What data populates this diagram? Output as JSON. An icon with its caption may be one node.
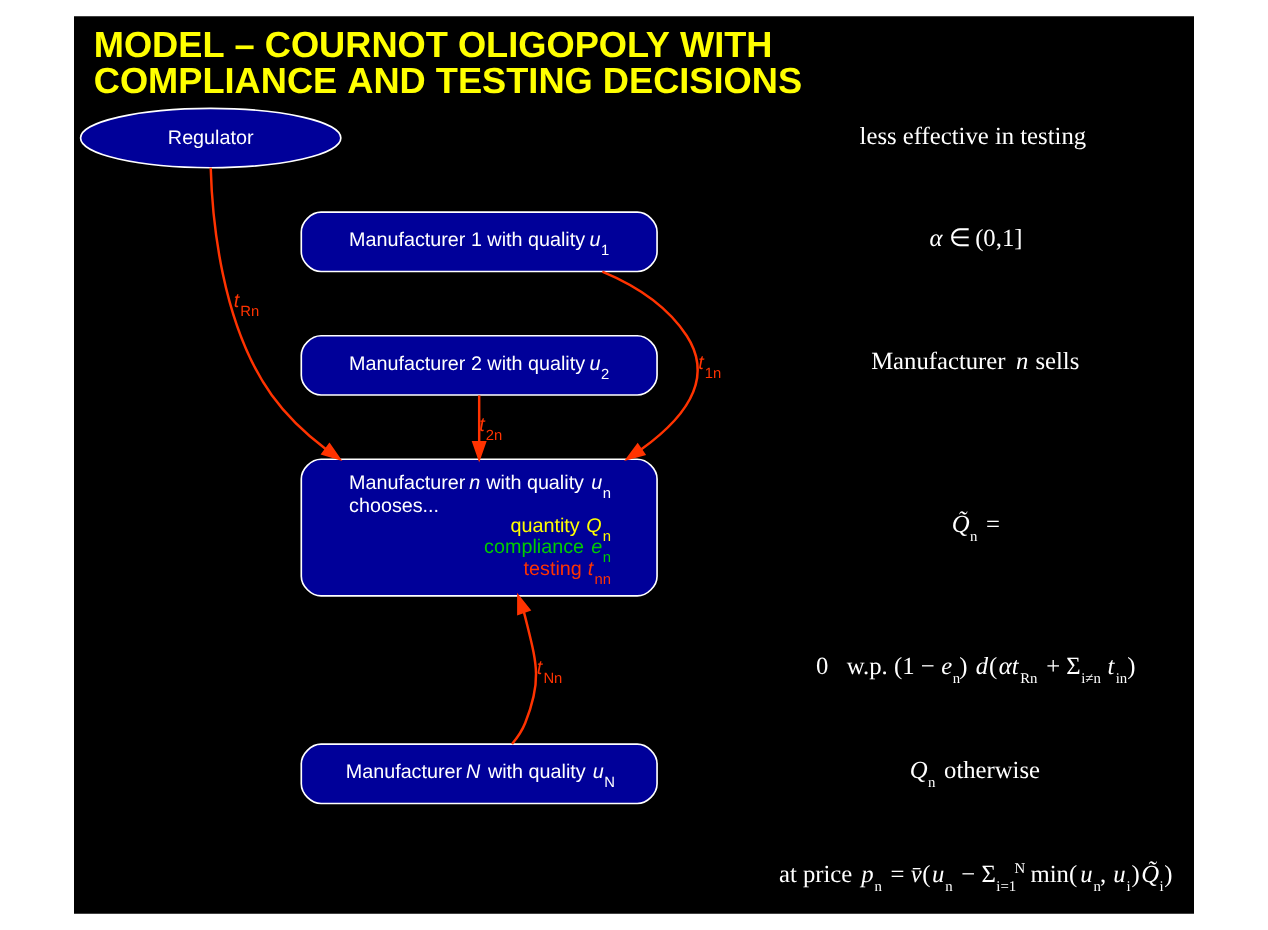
{
  "diagram": {
    "title": "MODEL – COURNOT OLIGOPOLY WITH COMPLIANCE AND TESTING DECISIONS",
    "nodes": [
      {
        "text": [
          "Regulator"
        ]
      },
      {
        "text": [
          "Manufacturer 1 with quality *u*$_{1}$"
        ]
      },
      {
        "text": [
          "Manufacturer 2 with quality *u*$_{2}$"
        ]
      },
      {
        "text": [
          "Manufacturer *n* with quality *u*$_{n}$",
          "chooses...",
          "quantity *Q*$_{n}$",
          "compliance *e*$_{n}$",
          "testing *t*$_{nn}$"
        ]
      },
      {
        "text": [
          "Manufacturer *N* with quality *u*$_{N}$"
        ]
      }
    ],
    "edges": [
      {
        "from": 1,
        "to": 3,
        "arrow": "to",
        "label": "*t*$_{1n}$"
      },
      {
        "from": 2,
        "to": 3,
        "arrow": "to",
        "label": "*t*$_{2n}$"
      },
      {
        "from": 0,
        "to": 3,
        "arrow": "to",
        "label": "*t*$_{Rn}$"
      },
      {
        "from": 4,
        "to": 3,
        "arrow": "to",
        "label": "*t*$_{Nn}$"
      }
    ],
    "labels": [
      "less effective in testing",
      "*α* ∈ (0,1]",
      "Manufacturer *n* sells",
      "*Q̃*$_{n}$ =",
      "0   w.p. (1 − *e*$_{n}$) *d*(*αt*$_{Rn}$ + Σ$_{i≠n}$ *t*$_{in}$)",
      "*Q*$_{n}$ otherwise",
      "at price *p*$_{n}$ = *v̄*(*u*$_{n}$ − Σ$_{i=1}$$^{N}$ min(*u*$_{n}$, *u*$_{i}$)*Q̃*$_{i}$)"
    ]
  }
}
